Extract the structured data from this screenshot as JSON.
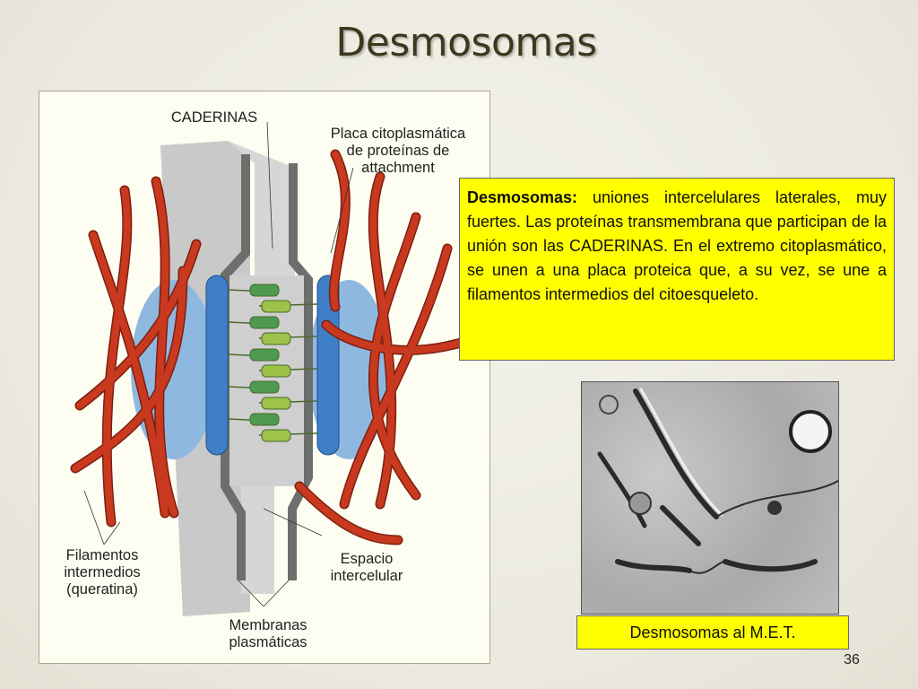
{
  "slide": {
    "title": "Desmosomas",
    "page_number": "36"
  },
  "diagram": {
    "labels": {
      "caderinas": "CADERINAS",
      "placa_1": "Placa citoplasmática",
      "placa_2": "de proteínas de",
      "placa_3": "attachment",
      "filamentos_1": "Filamentos",
      "filamentos_2": "intermedios",
      "filamentos_3": "(queratina)",
      "espacio_1": "Espacio",
      "espacio_2": "intercelular",
      "membranas_1": "Membranas",
      "membranas_2": "plasmáticas"
    },
    "colors": {
      "filament": "#c9391f",
      "plaque": "#3f7fc8",
      "cadherin": "#9cc24a",
      "membrane": "#6c6f6c"
    }
  },
  "info_box": {
    "term": "Desmosomas:",
    "text": " uniones intercelulares laterales, muy fuertes. Las proteínas transmembrana que participan de la unión son las  CADERINAS. En el extremo citoplasmático, se unen a una placa proteica que, a su vez, se une a filamentos intermedios del citoesqueleto.",
    "background": "#ffff00"
  },
  "micrograph": {
    "caption": "Desmosomas al M.E.T."
  }
}
